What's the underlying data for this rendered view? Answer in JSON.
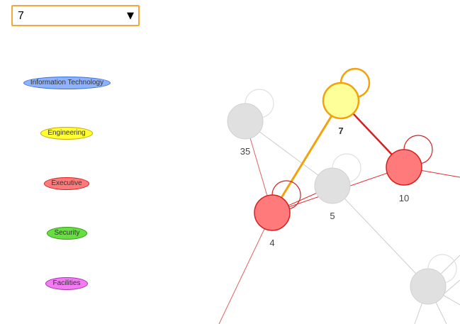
{
  "selector": {
    "value": "7",
    "arrow": "▼"
  },
  "legend": {
    "items": [
      {
        "label": "Information Technology",
        "color": "#8db3ff",
        "border": "#3a6fd8"
      },
      {
        "label": "Engineering",
        "color": "#ffff33",
        "border": "#c9a800"
      },
      {
        "label": "Executive",
        "color": "#ff7b7b",
        "border": "#d62020"
      },
      {
        "label": "Security",
        "color": "#66e040",
        "border": "#3a9a20"
      },
      {
        "label": "Facilities",
        "color": "#f37bf3",
        "border": "#b030b0"
      }
    ]
  },
  "graph": {
    "nodes": [
      {
        "id": "7",
        "label": "7",
        "group": "Engineering",
        "state": "selected"
      },
      {
        "id": "10",
        "label": "10",
        "group": "Executive",
        "state": "highlighted"
      },
      {
        "id": "4",
        "label": "4",
        "group": "Executive",
        "state": "highlighted"
      },
      {
        "id": "35",
        "label": "35",
        "group": "",
        "state": "dimmed"
      },
      {
        "id": "5",
        "label": "5",
        "group": "",
        "state": "dimmed"
      },
      {
        "id": "offscreen",
        "label": "",
        "group": "",
        "state": "dimmed"
      }
    ],
    "colors": {
      "selected_fill": "#ffff99",
      "selected_stroke": "#f2a20a",
      "highlight_fill": "#ff7b7b",
      "highlight_stroke": "#d62020",
      "dimmed_fill": "#e0e0e0",
      "dimmed_stroke": "#d0d0d0",
      "edge_selected": "#f2a20a",
      "edge_highlight": "#d62020",
      "edge_dimmed": "#cccccc"
    }
  }
}
